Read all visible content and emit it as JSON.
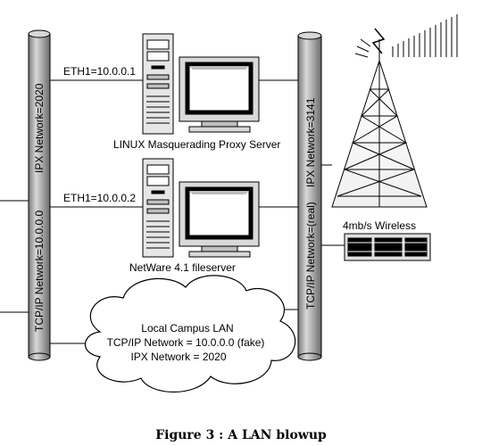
{
  "left_backbone": {
    "label_upper": "IPX Network=2020",
    "label_lower": "TCP/IP Network=10.0.0.0"
  },
  "right_backbone": {
    "label_upper": "IPX Network=3141",
    "label_lower": "TCP/IP Network=(real)"
  },
  "proxy_server": {
    "interface_label": "ETH1=10.0.0.1",
    "name": "LINUX Masquerading Proxy Server"
  },
  "file_server": {
    "interface_label": "ETH1=10.0.0.2",
    "name": "NetWare 4.1 fileserver"
  },
  "wireless": {
    "label": "4mb/s Wireless"
  },
  "campus_lan": {
    "title": "Local Campus LAN",
    "tcpip": "TCP/IP Network = 10.0.0.0 (fake)",
    "ipx": "IPX Network = 2020"
  },
  "caption": "Figure 3 : A LAN blowup"
}
